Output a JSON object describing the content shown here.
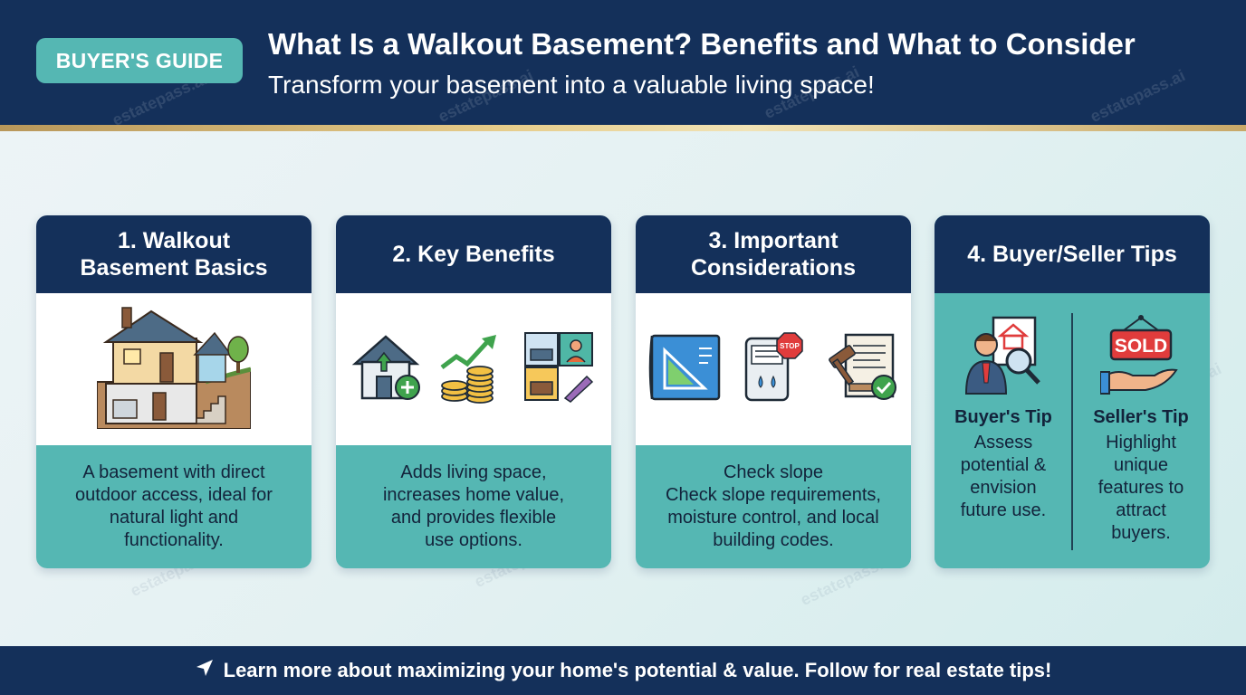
{
  "header": {
    "badge": "BUYER'S GUIDE",
    "title": "What Is a Walkout Basement? Benefits and What to Consider",
    "subtitle": "Transform your basement into a valuable living space!"
  },
  "colors": {
    "navy": "#14305a",
    "teal": "#55b7b3",
    "gold": "#d8bb78",
    "text_dark": "#13233b"
  },
  "cards": [
    {
      "title_lines": [
        "1. Walkout",
        "Basement Basics"
      ],
      "icons": [
        "walkout-house-icon"
      ],
      "body_lines": [
        "A basement with direct",
        "outdoor access, ideal for",
        "natural light and",
        "functionality."
      ]
    },
    {
      "title_lines": [
        "2. Key Benefits"
      ],
      "icons": [
        "house-add-icon",
        "growth-coins-icon",
        "flexible-rooms-icon"
      ],
      "body_lines": [
        "Adds living space,",
        "increases home value,",
        "and provides flexible",
        "use options."
      ]
    },
    {
      "title_lines": [
        "3. Important",
        "Considerations"
      ],
      "icons": [
        "slope-blueprint-icon",
        "dehumidifier-icon",
        "building-code-icon"
      ],
      "body_lines": [
        "Check slope",
        "Check slope requirements,",
        "moisture control, and local",
        "building codes."
      ]
    },
    {
      "title_lines": [
        "4. Buyer/Seller Tips"
      ],
      "buyer": {
        "icon": "buyer-search-icon",
        "title": "Buyer's Tip",
        "text_lines": [
          "Assess",
          "potential &",
          "envision",
          "future use."
        ]
      },
      "seller": {
        "icon": "sold-sign-icon",
        "title": "Seller's Tip",
        "sold_label": "SOLD",
        "text_lines": [
          "Highlight",
          "unique",
          "features to",
          "attract",
          "buyers."
        ]
      }
    }
  ],
  "stop_label": "STOP",
  "footer": {
    "icon": "send-arrow-icon",
    "text": "Learn more about maximizing your home's potential & value. Follow for real estate tips!"
  },
  "watermark": "estatepass.ai"
}
